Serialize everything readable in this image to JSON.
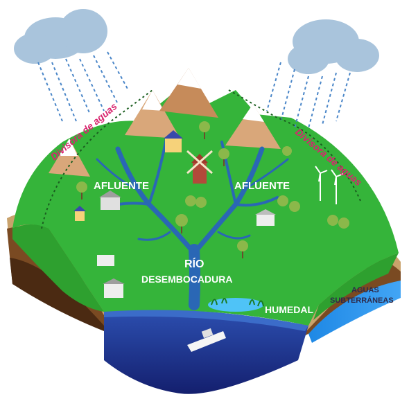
{
  "labels": {
    "divide_left": "Divisora de aguas",
    "divide_right": "Divisora de aguas",
    "tributary_left": "AFLUENTE",
    "tributary_right": "AFLUENTE",
    "river": "RÍO",
    "mouth": "DESEMBOCADURA",
    "wetland": "HUMEDAL",
    "groundwater_line1": "AGUAS",
    "groundwater_line2": "SUBTERRÁNEAS"
  },
  "colors": {
    "grass": "#33b331",
    "grass_dark": "#1f8a2a",
    "river": "#2a67b5",
    "sea": "#1b2f8f",
    "cloud": "#a9c4dc",
    "rain": "#4a86c8",
    "divide_label": "#d8246e",
    "groundwater": "#2196e6",
    "soil": "#8a5a2b"
  },
  "icons": {
    "cloud_left": "rain-cloud-icon",
    "cloud_right": "rain-cloud-icon",
    "ship": "cargo-ship-icon",
    "windmill": "windmill-icon",
    "wind_turbines": "wind-turbine-icon"
  }
}
